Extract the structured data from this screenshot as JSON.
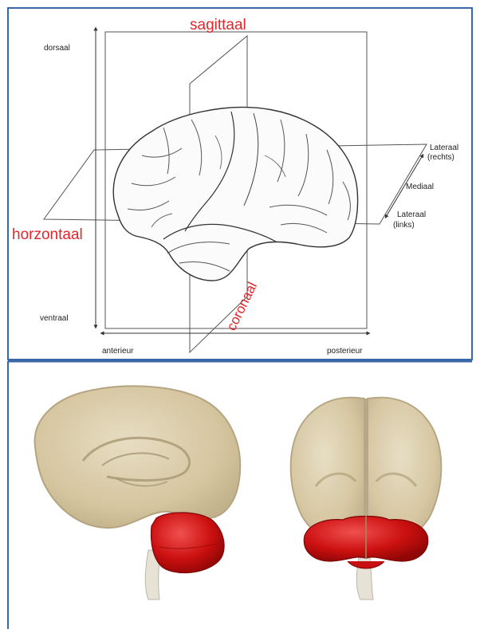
{
  "colors": {
    "frame_blue": "#3a67a8",
    "plane_label_red": "#e0262b",
    "line_gray": "#555555",
    "brain_fill": "#d9caa4",
    "cerebellum_red": "#d11414"
  },
  "top_panel": {
    "plane_labels": {
      "sagittal": "sagittaal",
      "horizontal": "horzontaal",
      "coronal": "coronaal"
    },
    "axis_labels": {
      "dorsal": "dorsaal",
      "ventral": "ventraal",
      "anterior": "anterieur",
      "posterior": "posterieur",
      "lateral_right_1": "Lateraal",
      "lateral_right_2": "(rechts)",
      "medial": "Mediaal",
      "lateral_left_1": "Lateraal",
      "lateral_left_2": "(links)"
    }
  },
  "bottom_panel": {
    "views": [
      "sagittal-side-view",
      "posterior-back-view"
    ]
  }
}
